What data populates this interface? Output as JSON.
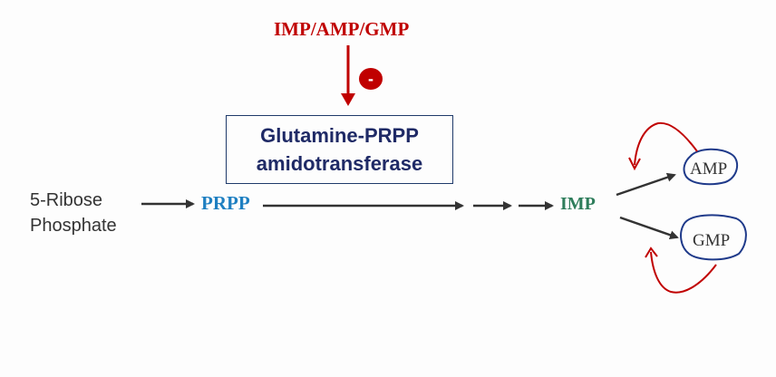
{
  "inhibitors": "IMP/AMP/GMP",
  "inhibition_sign": "-",
  "enzyme": {
    "line1": "Glutamine-PRPP",
    "line2": "amidotransferase"
  },
  "substrate": {
    "line1": "5-Ribose",
    "line2": "Phosphate"
  },
  "prpp": "PRPP",
  "imp": "IMP",
  "amp": "AMP",
  "gmp": "GMP",
  "colors": {
    "inhibition": "#c00000",
    "prpp": "#1e7fc1",
    "imp": "#2e7d5b",
    "enzyme_text": "#1f2a66",
    "annotation_circle": "#1f3a8a",
    "arrow": "#333333"
  }
}
